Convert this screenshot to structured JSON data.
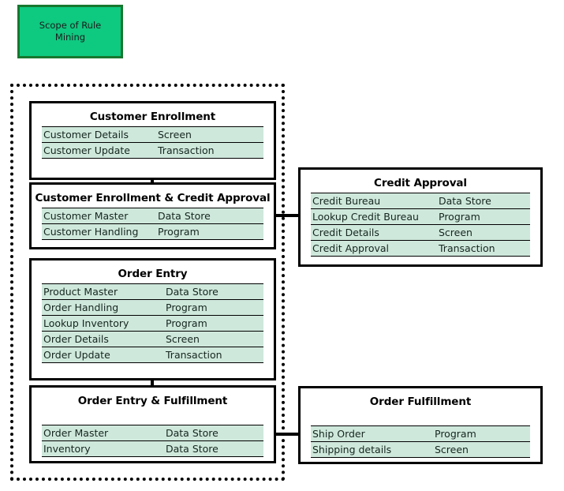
{
  "callout": {
    "label": "Scope of Rule\nMining",
    "fill_color": "#0ec980",
    "border_color": "#17772f"
  },
  "scope": {
    "name": "Scope of Rule Mining boundary",
    "border_style": "dotted"
  },
  "colors": {
    "row_fill": "#cfe8dc",
    "box_border": "#000000",
    "box_fill": "#ffffff",
    "text": "#000000"
  },
  "boxes": [
    {
      "id": "customer-enrollment",
      "title": "Customer Enrollment",
      "rows": [
        {
          "name": "Customer Details",
          "type": "Screen"
        },
        {
          "name": "Customer Update",
          "type": "Transaction"
        }
      ]
    },
    {
      "id": "ce-credit-approval",
      "title": "Customer Enrollment & Credit Approval",
      "rows": [
        {
          "name": "Customer Master",
          "type": "Data Store"
        },
        {
          "name": "Customer Handling",
          "type": "Program"
        }
      ]
    },
    {
      "id": "order-entry",
      "title": "Order Entry",
      "rows": [
        {
          "name": "Product Master",
          "type": "Data Store"
        },
        {
          "name": "Order Handling",
          "type": "Program"
        },
        {
          "name": "Lookup Inventory",
          "type": "Program"
        },
        {
          "name": "Order  Details",
          "type": "Screen"
        },
        {
          "name": "Order Update",
          "type": "Transaction"
        }
      ]
    },
    {
      "id": "order-entry-fulfillment",
      "title": "Order Entry & Fulfillment",
      "rows": [
        {
          "name": "Order Master",
          "type": "Data Store"
        },
        {
          "name": "Inventory",
          "type": "Data Store"
        }
      ]
    },
    {
      "id": "credit-approval",
      "title": "Credit Approval",
      "rows": [
        {
          "name": "Credit Bureau",
          "type": "Data Store"
        },
        {
          "name": "Lookup Credit Bureau",
          "type": "Program"
        },
        {
          "name": "Credit Details",
          "type": "Screen"
        },
        {
          "name": "Credit Approval",
          "type": "Transaction"
        }
      ]
    },
    {
      "id": "order-fulfillment",
      "title": "Order Fulfillment",
      "rows": [
        {
          "name": "Ship Order",
          "type": "Program"
        },
        {
          "name": "Shipping   details",
          "type": "Screen"
        }
      ]
    }
  ],
  "connectors": [
    {
      "name": "customer-enrollment-to-ce-credit-approval",
      "orientation": "vertical"
    },
    {
      "name": "ce-credit-approval-to-credit-approval",
      "orientation": "horizontal"
    },
    {
      "name": "order-entry-to-order-entry-fulfillment",
      "orientation": "vertical"
    },
    {
      "name": "order-entry-fulfillment-to-order-fulfillment",
      "orientation": "horizontal"
    }
  ]
}
